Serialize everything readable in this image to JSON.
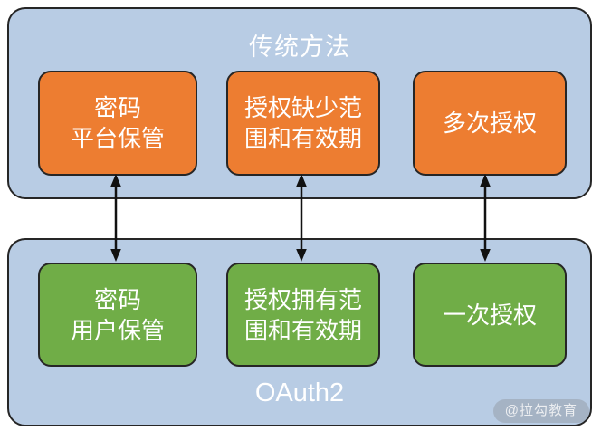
{
  "colors": {
    "container-fill": "#b8cce4",
    "traditional-fill": "#ed7d31",
    "oauth-fill": "#70ad47",
    "border": "#262626",
    "text": "#ffffff",
    "arrow": "#111111"
  },
  "diagram": {
    "traditional": {
      "title": "传统方法",
      "boxes": [
        {
          "label": "密码\n平台保管"
        },
        {
          "label": "授权缺少范\n围和有效期"
        },
        {
          "label": "多次授权"
        }
      ]
    },
    "oauth2": {
      "title": "OAuth2",
      "boxes": [
        {
          "label": "密码\n用户保管"
        },
        {
          "label": "授权拥有范\n围和有效期"
        },
        {
          "label": "一次授权"
        }
      ]
    },
    "connections": "bidirectional"
  },
  "watermark": {
    "label": "@拉勾教育"
  }
}
